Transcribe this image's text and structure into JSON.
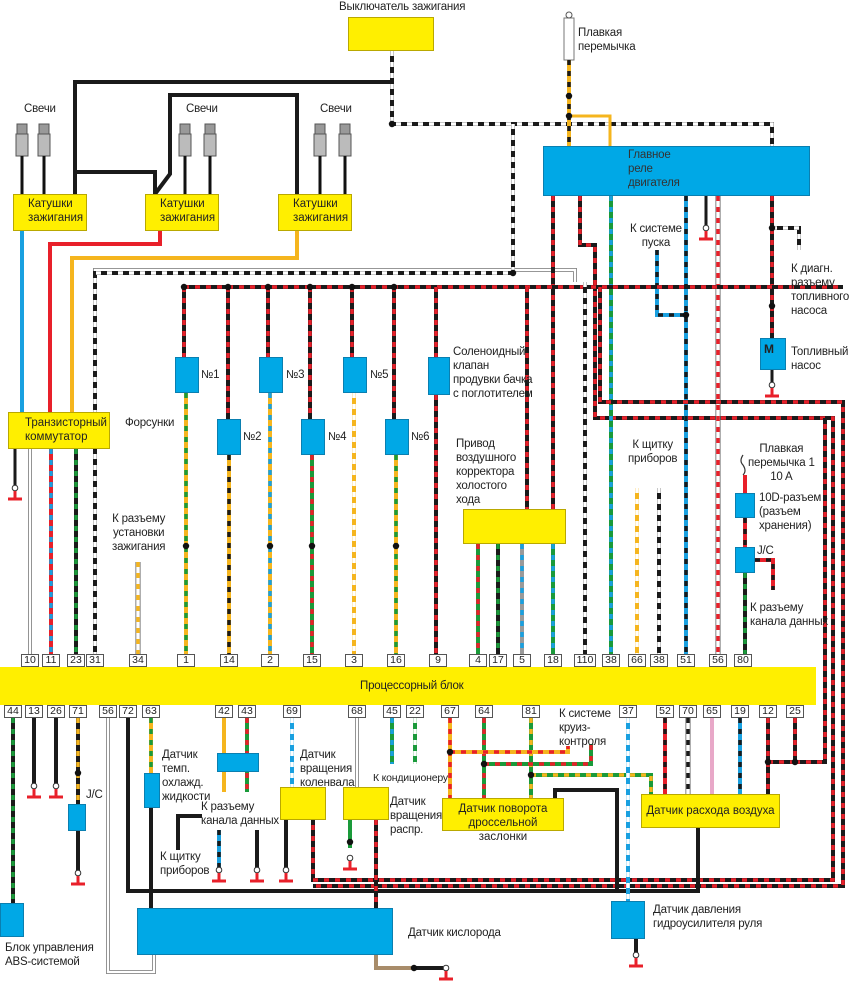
{
  "diagram": {
    "colors": {
      "yellow_box": "#ffef00",
      "blue_box": "#00a8e6",
      "black": "#1a1a1a",
      "red": "#e8202a",
      "green": "#1a9a3a",
      "orange": "#f5b51e",
      "blue": "#19a0e0",
      "white": "#ffffff",
      "grey": "#9a9a9a",
      "pink": "#e8a8c8",
      "brown": "#a88c6a"
    },
    "components": {
      "ignition_switch": "Выключатель зажигания",
      "fusible_link": [
        "Плавкая",
        "перемычка"
      ],
      "spark_plugs": "Свечи",
      "ignition_coils": [
        "Катушки",
        "зажигания"
      ],
      "main_relay": [
        "Главное",
        "реле",
        "двигателя"
      ],
      "to_starter": [
        "К системе",
        "пуска"
      ],
      "to_fuel_pump_diag": [
        "К диагн.",
        "разъему",
        "топливного",
        "насоса"
      ],
      "fuel_pump": [
        "Топливный",
        "насос"
      ],
      "fuel_pump_motor": "M",
      "transistor_switch": [
        "Транзисторный",
        "коммутатор"
      ],
      "injectors": "Форсунки",
      "injector_labels": [
        "№1",
        "№2",
        "№3",
        "№4",
        "№5",
        "№6"
      ],
      "purge_valve": [
        "Соленоидный",
        "клапан",
        "продувки бачка",
        "с поглотителем"
      ],
      "idle_actuator": [
        "Привод",
        "воздушного",
        "корректора",
        "холостого",
        "хода"
      ],
      "to_dashboard_top": [
        "К щитку",
        "приборов"
      ],
      "fuse_1": [
        "Плавкая",
        "перемычка 1",
        "10 A"
      ],
      "connector_10d": [
        "10D-разъем",
        "(разъем",
        "хранения)"
      ],
      "jc_right": "J/C",
      "to_data_link_right": [
        "К разъему",
        "канала данных"
      ],
      "to_timing_connector": [
        "К разъему",
        "установки",
        "зажигания"
      ],
      "ecu": "Процессорный блок",
      "coolant_sensor": [
        "Датчик",
        "темп.",
        "охлажд.",
        "жидкости"
      ],
      "to_data_link_left": [
        "К разъему",
        "канала данных"
      ],
      "to_dashboard_bottom": [
        "К щитку",
        "приборов"
      ],
      "crank_sensor": [
        "Датчик",
        "вращения",
        "коленвала"
      ],
      "dist_sensor": [
        "Датчик",
        "вращения",
        "распр."
      ],
      "to_ac": "К кондиционеру",
      "to_cruise": [
        "К системе",
        "круиз-",
        "контроля"
      ],
      "tps": [
        "Датчик поворота",
        "дроссельной заслонки"
      ],
      "maf": "Датчик расхода воздуха",
      "jc_left": "J/C",
      "abs_unit": [
        "Блок управления",
        "ABS-системой"
      ],
      "o2_sensor": "Датчик кислорода",
      "ps_pressure": [
        "Датчик давления",
        "гидроусилителя руля"
      ]
    },
    "ecu_pins_top": [
      "10",
      "11",
      "23",
      "31",
      "34",
      "1",
      "14",
      "2",
      "15",
      "3",
      "16",
      "9",
      "4",
      "17",
      "5",
      "18",
      "110",
      "38",
      "66",
      "38",
      "51",
      "56",
      "80"
    ],
    "ecu_pins_bottom": [
      "44",
      "13",
      "26",
      "71",
      "56",
      "72",
      "63",
      "42",
      "43",
      "69",
      "68",
      "45",
      "22",
      "67",
      "64",
      "81",
      "37",
      "52",
      "70",
      "65",
      "19",
      "12",
      "25"
    ]
  }
}
